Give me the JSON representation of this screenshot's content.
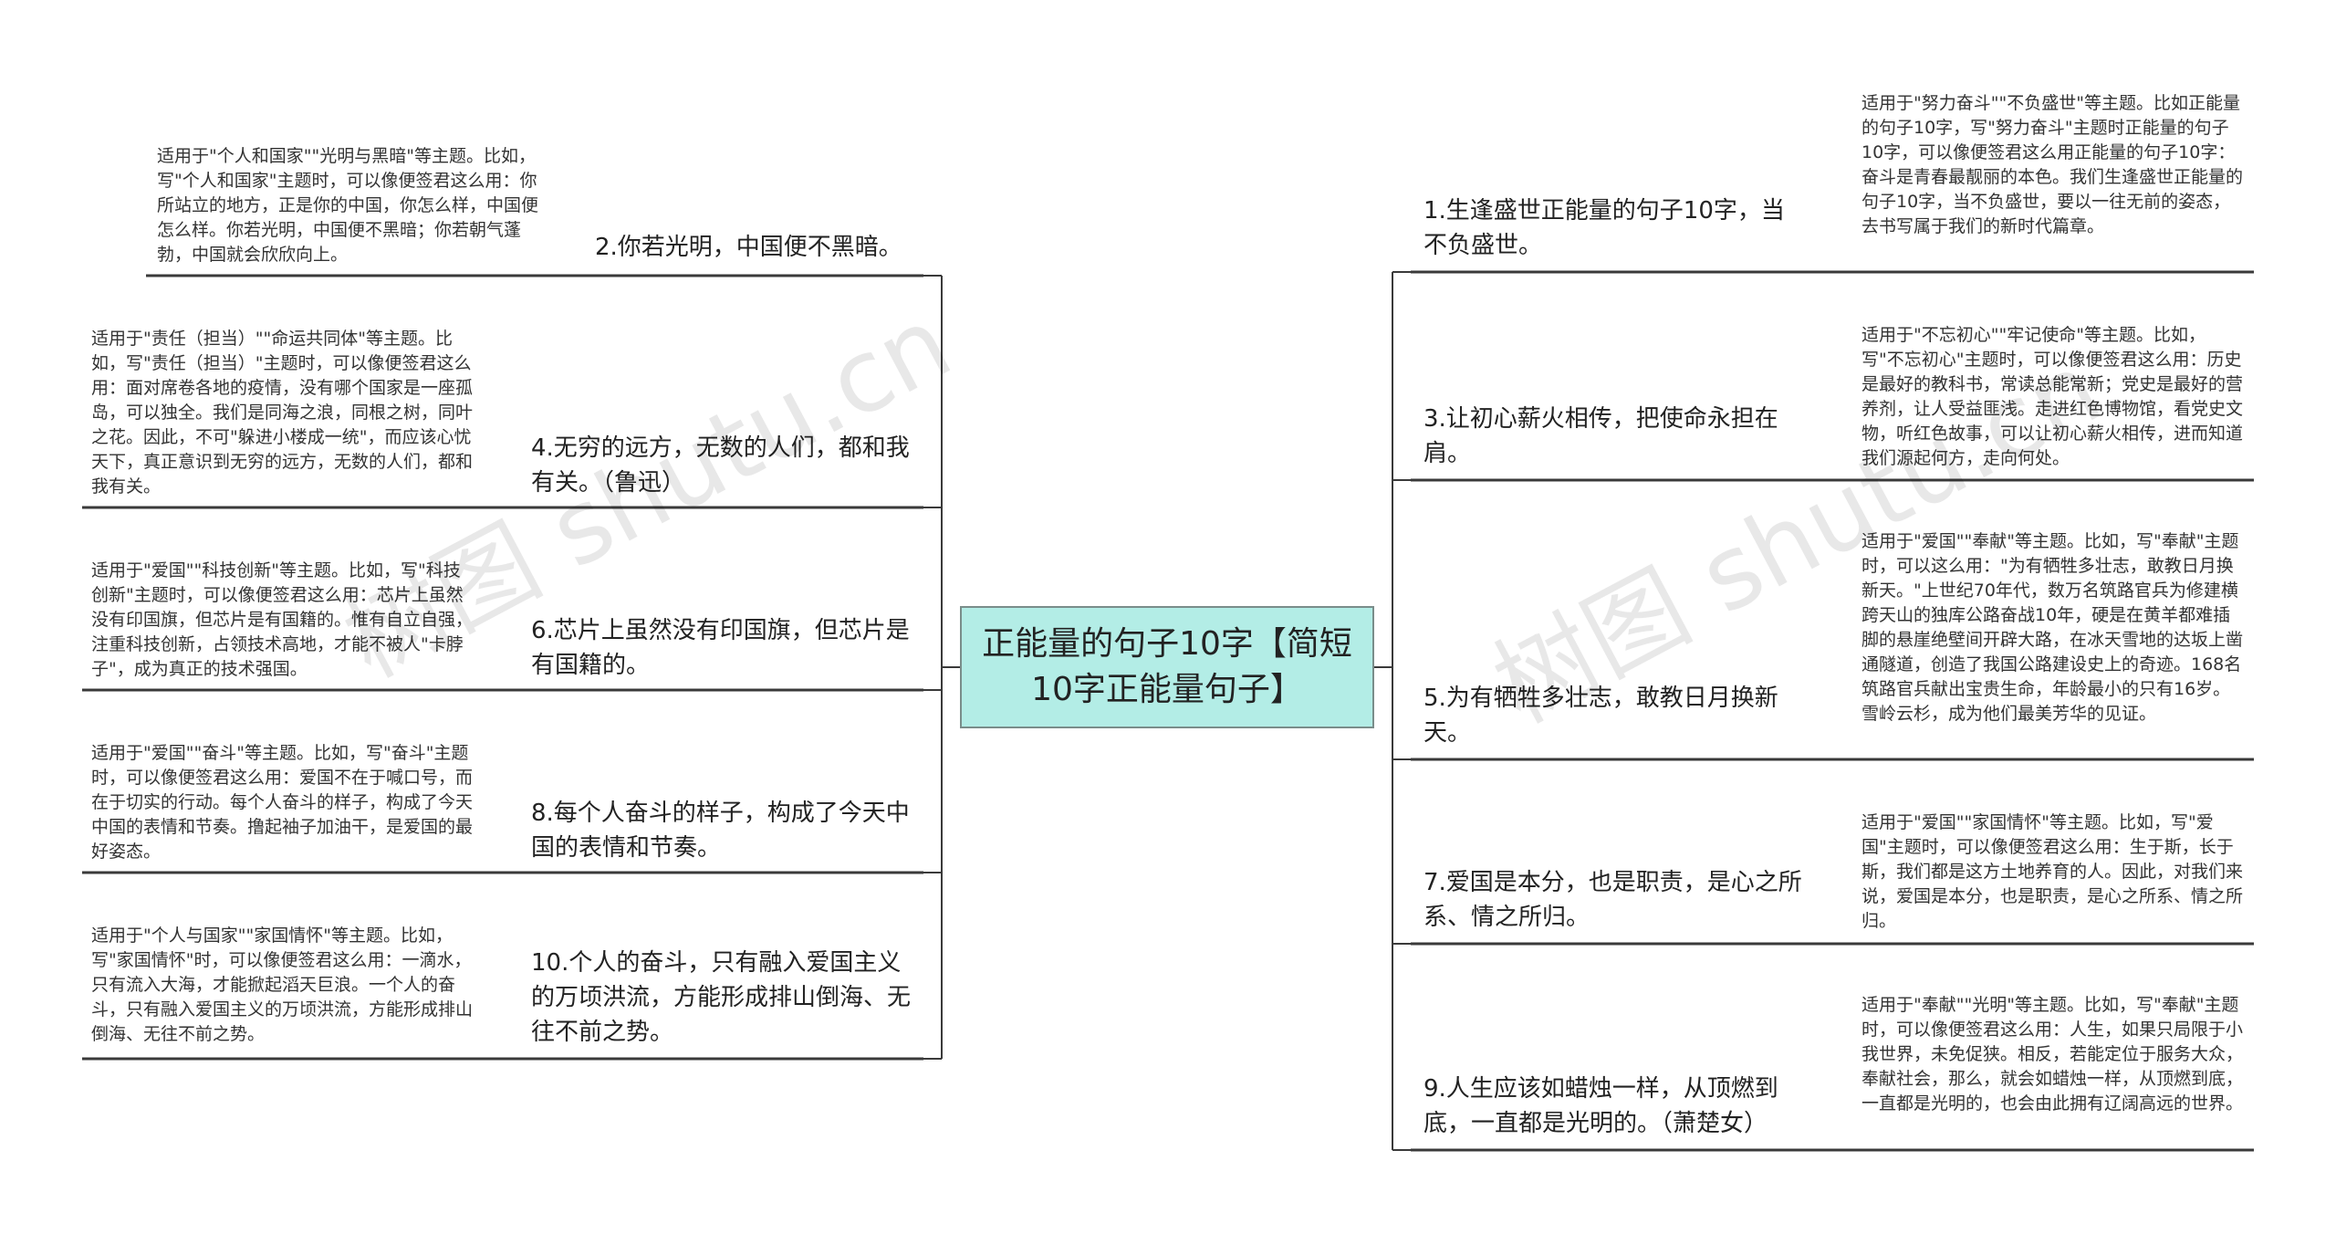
{
  "root": {
    "title": "正能量的句子10字【简短10字正能量句子】"
  },
  "left": [
    {
      "text": "2.你若光明，中国便不黑暗。",
      "note": "适用于\"个人和国家\"\"光明与黑暗\"等主题。比如，写\"个人和国家\"主题时，可以像便签君这么用：你所站立的地方，正是你的中国，你怎么样，中国便怎么样。你若光明，中国便不黑暗；你若朝气蓬勃，中国就会欣欣向上。"
    },
    {
      "text": "4.无穷的远方，无数的人们，都和我有关。（鲁迅）",
      "note": "适用于\"责任（担当）\"\"命运共同体\"等主题。比如，写\"责任（担当）\"主题时，可以像便签君这么用：面对席卷各地的疫情，没有哪个国家是一座孤岛，可以独全。我们是同海之浪，同根之树，同叶之花。因此，不可\"躲进小楼成一统\"，而应该心忧天下，真正意识到无穷的远方，无数的人们，都和我有关。"
    },
    {
      "text": "6.芯片上虽然没有印国旗，但芯片是有国籍的。",
      "note": "适用于\"爱国\"\"科技创新\"等主题。比如，写\"科技创新\"主题时，可以像便签君这么用：芯片上虽然没有印国旗，但芯片是有国籍的。惟有自立自强，注重科技创新，占领技术高地，才能不被人\"卡脖子\"，成为真正的技术强国。"
    },
    {
      "text": "8.每个人奋斗的样子，构成了今天中国的表情和节奏。",
      "note": "适用于\"爱国\"\"奋斗\"等主题。比如，写\"奋斗\"主题时，可以像便签君这么用：爱国不在于喊口号，而在于切实的行动。每个人奋斗的样子，构成了今天中国的表情和节奏。撸起袖子加油干，是爱国的最好姿态。"
    },
    {
      "text": "10.个人的奋斗，只有融入爱国主义的万顷洪流，方能形成排山倒海、无往不前之势。",
      "note": "适用于\"个人与国家\"\"家国情怀\"等主题。比如，写\"家国情怀\"时，可以像便签君这么用：一滴水，只有流入大海，才能掀起滔天巨浪。一个人的奋斗，只有融入爱国主义的万顷洪流，方能形成排山倒海、无往不前之势。"
    }
  ],
  "right": [
    {
      "text": "1.生逢盛世正能量的句子10字，当不负盛世。",
      "note": "适用于\"努力奋斗\"\"不负盛世\"等主题。比如正能量的句子10字，写\"努力奋斗\"主题时正能量的句子10字，可以像便签君这么用正能量的句子10字：奋斗是青春最靓丽的本色。我们生逢盛世正能量的句子10字，当不负盛世，要以一往无前的姿态，去书写属于我们的新时代篇章。"
    },
    {
      "text": "3.让初心薪火相传，把使命永担在肩。",
      "note": "适用于\"不忘初心\"\"牢记使命\"等主题。比如，写\"不忘初心\"主题时，可以像便签君这么用：历史是最好的教科书，常读总能常新；党史是最好的营养剂，让人受益匪浅。走进红色博物馆，看党史文物，听红色故事，可以让初心薪火相传，进而知道我们源起何方，走向何处。"
    },
    {
      "text": "5.为有牺牲多壮志，敢教日月换新天。",
      "note": "适用于\"爱国\"\"奉献\"等主题。比如，写\"奉献\"主题时，可以这么用：\"为有牺牲多壮志，敢教日月换新天。\"上世纪70年代，数万名筑路官兵为修建横跨天山的独库公路奋战10年，硬是在黄羊都难插脚的悬崖绝壁间开辟大路，在冰天雪地的达坂上凿通隧道，创造了我国公路建设史上的奇迹。168名筑路官兵献出宝贵生命，年龄最小的只有16岁。雪岭云杉，成为他们最美芳华的见证。"
    },
    {
      "text": "7.爱国是本分，也是职责，是心之所系、情之所归。",
      "note": "适用于\"爱国\"\"家国情怀\"等主题。比如，写\"爱国\"主题时，可以像便签君这么用：生于斯，长于斯，我们都是这方土地养育的人。因此，对我们来说，爱国是本分，也是职责，是心之所系、情之所归。"
    },
    {
      "text": "9.人生应该如蜡烛一样，从顶燃到底，一直都是光明的。（萧楚女）",
      "note": "适用于\"奉献\"\"光明\"等主题。比如，写\"奉献\"主题时，可以像便签君这么用：人生，如果只局限于小我世界，未免促狭。相反，若能定位于服务大众，奉献社会，那么，就会如蜡烛一样，从顶燃到底，一直都是光明的，也会由此拥有辽阔高远的世界。"
    }
  ],
  "watermark": "树图 shutu.cn",
  "colors": {
    "root_fill": "#b3ede6",
    "line": "#3a3a3a"
  }
}
